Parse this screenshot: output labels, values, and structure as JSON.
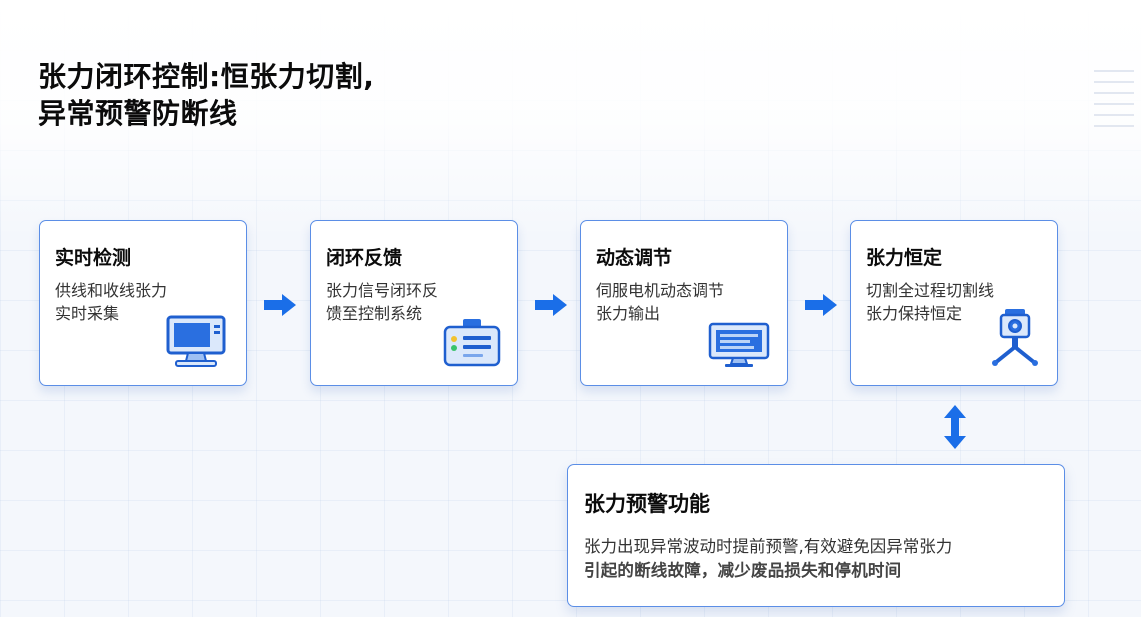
{
  "title": {
    "line1": "张力闭环控制:恒张力切割,",
    "line2": "异常预警防断线"
  },
  "steps": [
    {
      "title": "实时检测",
      "desc": [
        "供线和收线张力",
        "实时采集"
      ],
      "icon": "monitor-icon"
    },
    {
      "title": "闭环反馈",
      "desc": [
        "张力信号闭环反",
        "馈至控制系统"
      ],
      "icon": "control-box-icon"
    },
    {
      "title": "动态调节",
      "desc": [
        "伺服电机动态调节",
        "张力输出"
      ],
      "icon": "display-screen-icon"
    },
    {
      "title": "张力恒定",
      "desc": [
        "切割全过程切割线",
        "张力保持恒定"
      ],
      "icon": "sensor-tripod-icon"
    }
  ],
  "warning": {
    "title": "张力预警功能",
    "desc": [
      "张力出现异常波动时提前预警,有效避免因异常张力",
      "引起的断线故障，减少废品损失和停机时间"
    ]
  },
  "colors": {
    "accent": "#1a6ee8",
    "border": "#5b8ee6",
    "icon_fill": "#dbe8fb",
    "icon_stroke": "#1f5fcf"
  }
}
